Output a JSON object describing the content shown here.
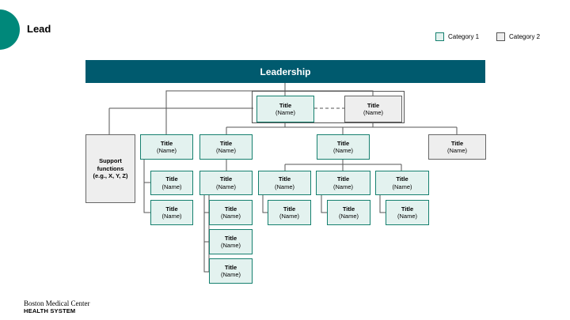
{
  "slide": {
    "title": "Lead"
  },
  "legend": [
    {
      "label": "Category 1",
      "color": "#e3f2ef"
    },
    {
      "label": "Category 2",
      "color": "#eeeeee"
    }
  ],
  "banner": {
    "label": "Leadership",
    "color": "#005a6e"
  },
  "accent_color": "#00887a",
  "support": {
    "title": "Support functions",
    "subtitle": "(e.g., X, Y, Z)"
  },
  "box_title": "Title",
  "box_name": "(Name)",
  "footer": {
    "line1": "Boston Medical Center",
    "line2": "HEALTH SYSTEM"
  }
}
